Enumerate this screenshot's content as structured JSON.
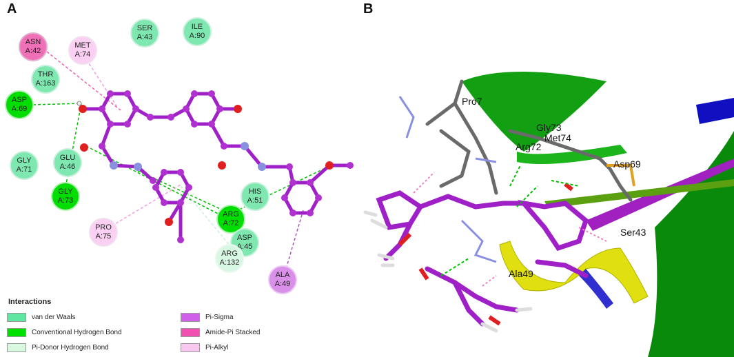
{
  "panels": {
    "a_label": "A",
    "b_label": "B"
  },
  "panel_a": {
    "residues": [
      {
        "name": "ASN",
        "pos": "A:42",
        "type": "amide-pi-stacked"
      },
      {
        "name": "MET",
        "pos": "A:74",
        "type": "pi-alkyl"
      },
      {
        "name": "SER",
        "pos": "A:43",
        "type": "van-der-waals"
      },
      {
        "name": "ILE",
        "pos": "A:90",
        "type": "van-der-waals"
      },
      {
        "name": "THR",
        "pos": "A:163",
        "type": "van-der-waals"
      },
      {
        "name": "ASP",
        "pos": "A:69",
        "type": "conventional-hydrogen-bond"
      },
      {
        "name": "GLY",
        "pos": "A:71",
        "type": "van-der-waals"
      },
      {
        "name": "GLU",
        "pos": "A:46",
        "type": "van-der-waals"
      },
      {
        "name": "GLY",
        "pos": "A:73",
        "type": "conventional-hydrogen-bond"
      },
      {
        "name": "PRO",
        "pos": "A:75",
        "type": "pi-alkyl"
      },
      {
        "name": "HIS",
        "pos": "A:51",
        "type": "van-der-waals"
      },
      {
        "name": "ARG",
        "pos": "A:72",
        "type": "conventional-hydrogen-bond"
      },
      {
        "name": "ASP",
        "pos": "A:45",
        "type": "van-der-waals"
      },
      {
        "name": "ARG",
        "pos": "A:132",
        "type": "pi-donor-hydrogen-bond"
      },
      {
        "name": "ALA",
        "pos": "A:49",
        "type": "pi-sigma"
      }
    ],
    "legend": {
      "title": "Interactions",
      "items": [
        {
          "label": "van der Waals",
          "color": "#5fe6a0"
        },
        {
          "label": "Conventional Hydrogen Bond",
          "color": "#00e000"
        },
        {
          "label": "Pi-Donor Hydrogen Bond",
          "color": "#d8f8e0"
        },
        {
          "label": "Pi-Sigma",
          "color": "#d060e8"
        },
        {
          "label": "Amide-Pi Stacked",
          "color": "#f050b0"
        },
        {
          "label": "Pi-Alkyl",
          "color": "#f8c8f0"
        }
      ]
    }
  },
  "panel_b": {
    "labels": [
      "Pro7",
      "Gly73",
      "Met74",
      "Arg72",
      "Asp69",
      "Ser43",
      "Ala49"
    ]
  },
  "colors": {
    "ligand": "#b030d0",
    "bond": "#a020c8",
    "oxygen": "#e02020",
    "nitrogen": "#8a90e0",
    "hbond": "#00c000",
    "pi_alkyl": "#f0a0e0",
    "amide_pi": "#f060b0",
    "pi_sigma": "#c040d0"
  }
}
